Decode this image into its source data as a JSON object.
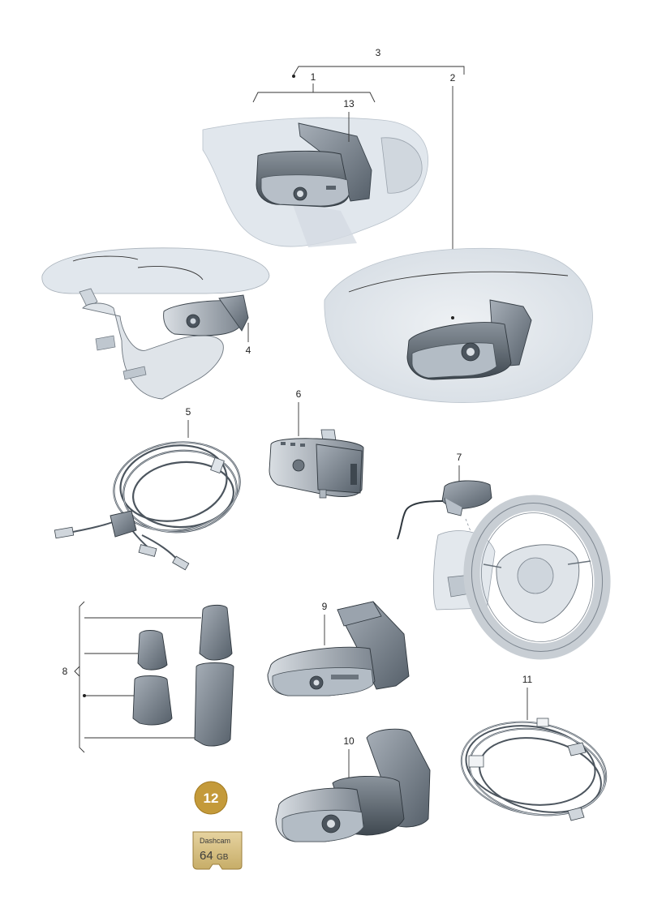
{
  "callouts": {
    "c1": "1",
    "c2": "2",
    "c3": "3",
    "c4": "4",
    "c5": "5",
    "c6": "6",
    "c7": "7",
    "c8": "8",
    "c9": "9",
    "c10": "10",
    "c11": "11",
    "c13": "13"
  },
  "sd_card": {
    "number": "12",
    "brand": "Dashcam",
    "capacity": "64",
    "unit": "GB"
  },
  "colors": {
    "part_dark": "#4d5660",
    "part_mid": "#8a939c",
    "part_light": "#c6ccd2",
    "part_pale": "#dfe4e9",
    "vehicle_bg": "#e3e8ed",
    "badge_gold": "#c49a3a",
    "card_gold": "#d8c48c"
  }
}
